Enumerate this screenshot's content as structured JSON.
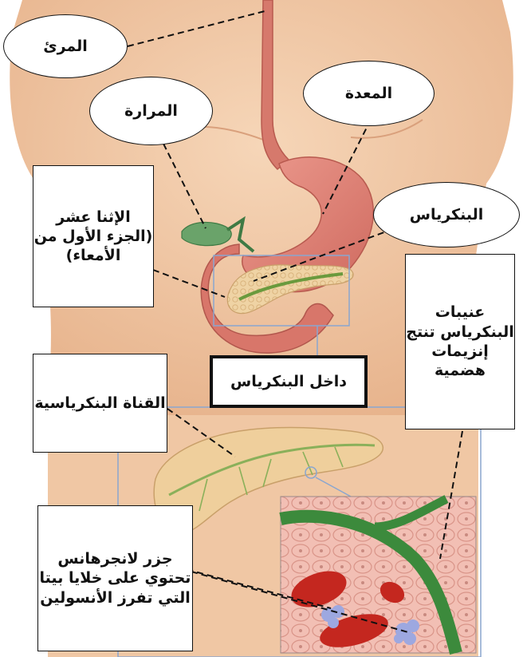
{
  "labels": {
    "esophagus": "المرئ",
    "gallbladder": "المرارة",
    "stomach": "المعدة",
    "pancreas": "البنكرياس",
    "duodenum": "الإثنا عشر (الجزء الأول من الأمعاء)",
    "acini": "عنيبات البنكرياس تنتج إنزيمات هضمية",
    "inside_pancreas": "داخل البنكرياس",
    "pancreatic_duct": "القناة البنكرياسية",
    "islet": "جزر لانجرهانس تحتوي على خلايا بيتا التي تفرز الأنسولين"
  },
  "colors": {
    "skin": "#f1c9a6",
    "stomach": "#e2857a",
    "pancreas": "#efcf9c",
    "duct": "#6a9a3d",
    "detail_bg": "#f0b3a8",
    "red_cells": "#c4271f",
    "islet_cells": "#9da8e0",
    "frame": "#8aa6cf"
  }
}
